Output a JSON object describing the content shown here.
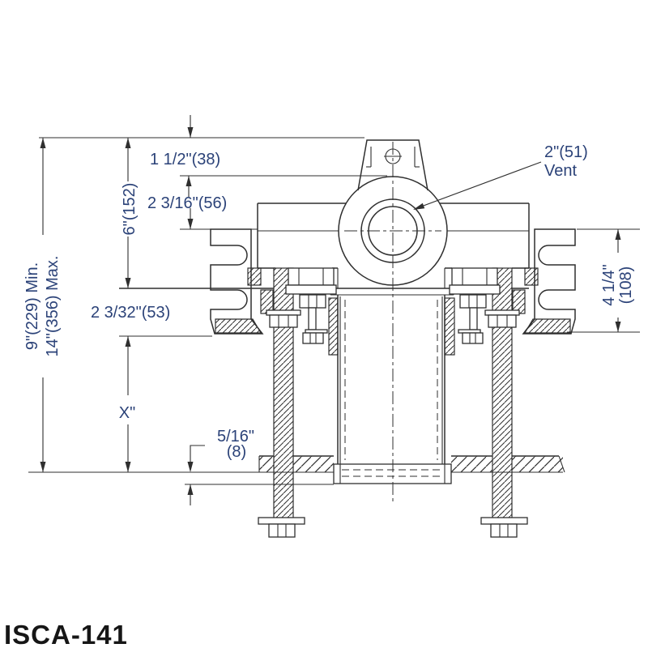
{
  "drawing": {
    "title": "ISCA-141",
    "callouts": {
      "vent_size": "2\"(51)",
      "vent_label": "Vent"
    },
    "dimensions": {
      "top_offset": "1 1/2\"(38)",
      "vent_center": "2 3/16\"(56)",
      "body_height": "6\"(152)",
      "overall_min": "9\"(229) Min.",
      "overall_max": "14\"(356) Max.",
      "flange_drop": "2 3/32\"(53)",
      "adjust": "X\"",
      "floor_lip_in": "5/16\"",
      "floor_lip_mm": "(8)",
      "flange_height_in": "4 1/4\"",
      "flange_height_mm": "(108)"
    },
    "colors": {
      "line": "#2f2f2f",
      "dimension_text": "#2b4278",
      "title_text": "#161616",
      "background": "#ffffff"
    }
  }
}
